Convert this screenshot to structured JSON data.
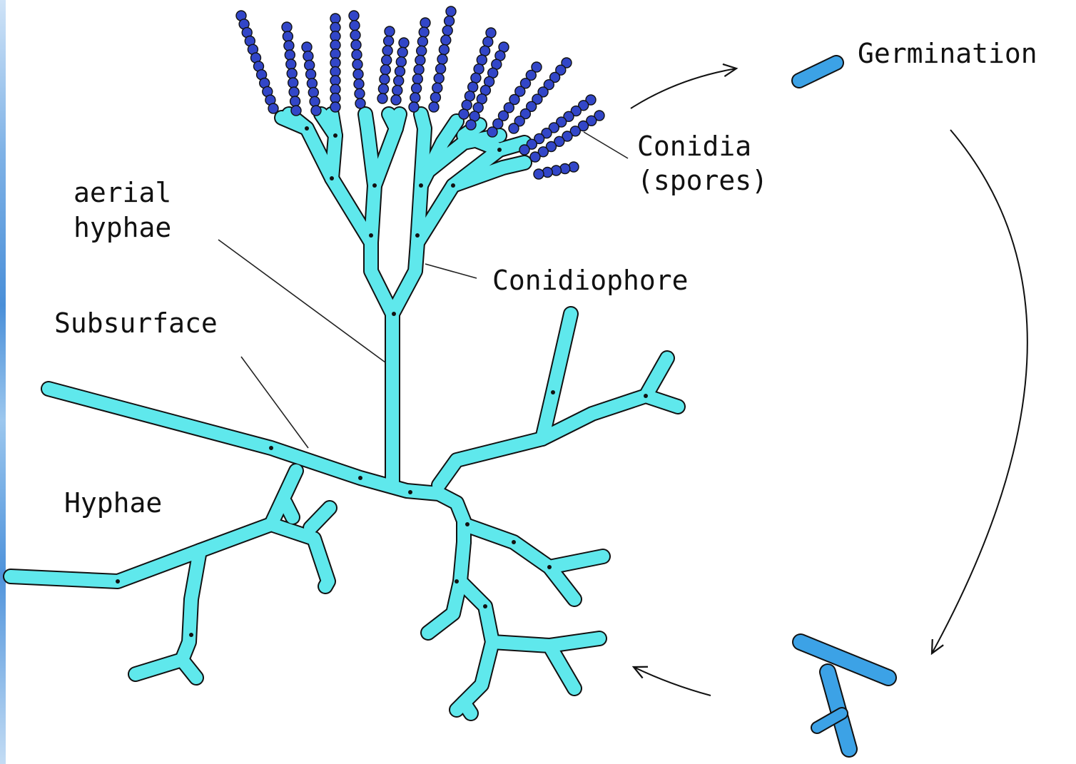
{
  "labels": {
    "germination": "Germination",
    "conidia_line1": "Conidia",
    "conidia_line2": "(spores)",
    "aerial_line1": "aerial",
    "aerial_line2": "hyphae",
    "conidiophore": "Conidiophore",
    "subsurface": "Subsurface",
    "hyphae": "Hyphae"
  },
  "colors": {
    "hyphae_fill": "#5fe8ec",
    "spore_fill": "#3246c8",
    "germinating_spore_fill": "#3ca2e6",
    "outline": "#111111",
    "edge_strip": "#4a8fd8"
  }
}
